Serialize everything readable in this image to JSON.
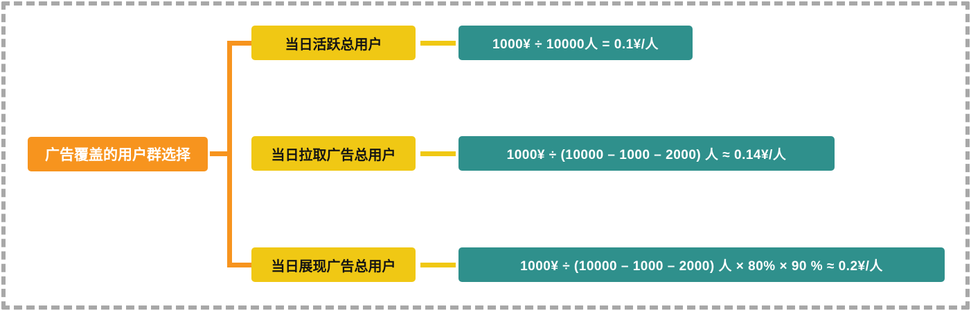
{
  "diagram": {
    "type": "mindmap",
    "title_node": "广告覆盖的用户群选择",
    "colors": {
      "root_bg": "#f7941e",
      "branch_bg": "#f0c814",
      "leaf_bg": "#2f908c",
      "connector_orange": "#f7941e",
      "connector_yellow": "#f0c814",
      "frame_border": "#a8a8a8",
      "root_text": "#ffffff",
      "branch_text": "#141414",
      "leaf_text": "#ffffff"
    },
    "root": {
      "label": "广告覆盖的用户群选择"
    },
    "branches": [
      {
        "label": "当日活跃总用户",
        "formula": "1000¥ ÷ 10000人 = 0.1¥/人"
      },
      {
        "label": "当日拉取广告总用户",
        "formula": "1000¥ ÷ (10000 – 1000 – 2000) 人 ≈ 0.14¥/人"
      },
      {
        "label": "当日展现广告总用户",
        "formula": "1000¥ ÷ (10000 – 1000 – 2000) 人 × 80% × 90 % ≈ 0.2¥/人"
      }
    ]
  }
}
